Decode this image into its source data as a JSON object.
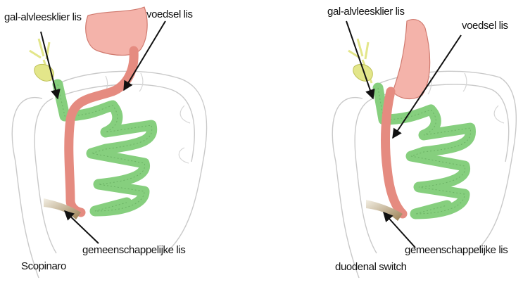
{
  "colors": {
    "food_limb": "#e58b80",
    "food_limb_light": "#f4b3aa",
    "biliopancreatic_limb": "#86cf7e",
    "biliopancreatic_limb_edge": "#5fa55a",
    "gallbladder": "#e3e68a",
    "common_channel": "#a98f62",
    "colon_outline": "#c9c9c9",
    "arrow": "#111111"
  },
  "panels": [
    {
      "procedure": "Scopinaro",
      "labels": {
        "bp_limb": "gal-alvleesklier lis",
        "food_limb": "voedsel lis",
        "common_channel": "gemeenschappelijke lis"
      }
    },
    {
      "procedure": "duodenal switch",
      "labels": {
        "bp_limb": "gal-alvleesklier lis",
        "food_limb": "voedsel lis",
        "common_channel": "gemeenschappelijke lis"
      }
    }
  ]
}
